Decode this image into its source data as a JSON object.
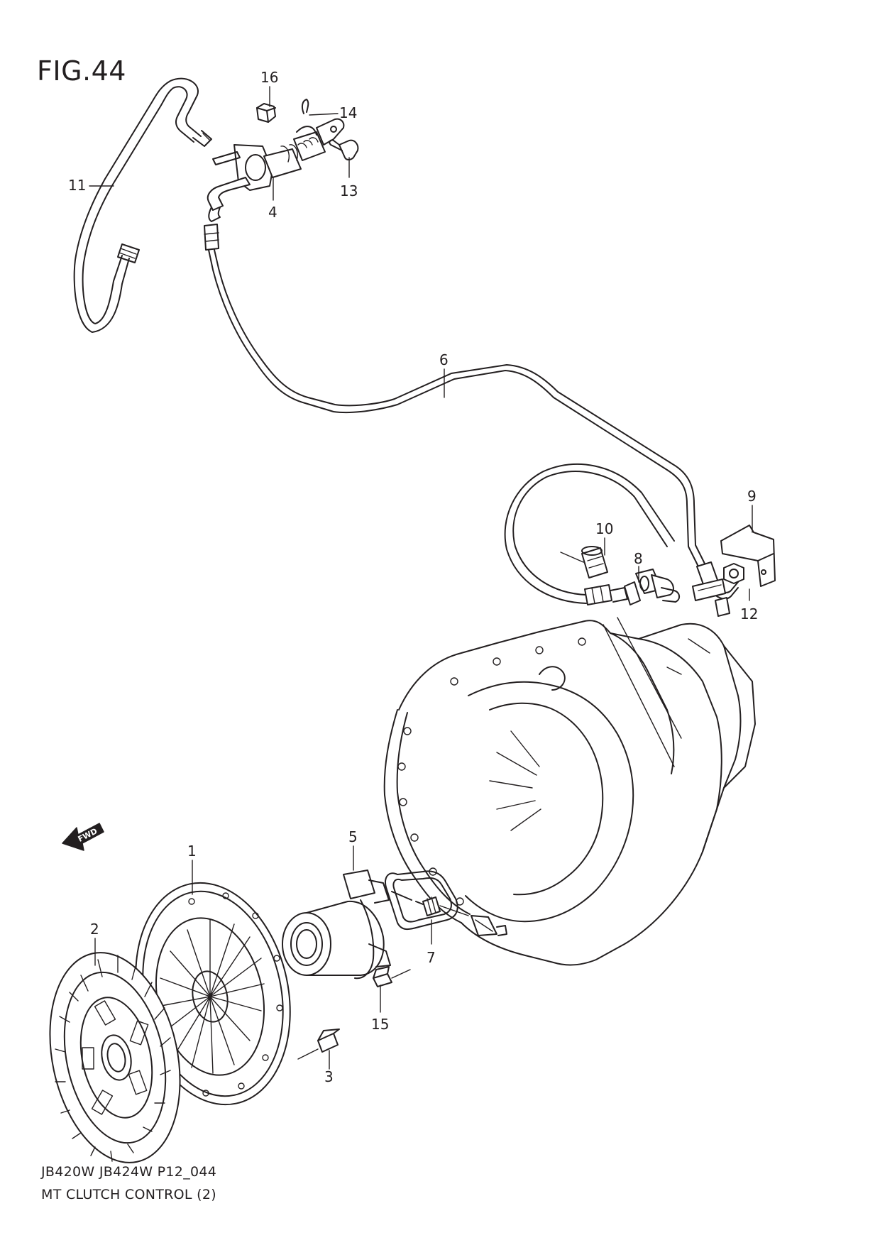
{
  "figure": {
    "title": "FIG.44",
    "code": "JB420W JB424W P12_044",
    "caption": "MT CLUTCH CONTROL (2)",
    "direction_marker": "FWD"
  },
  "callouts": [
    {
      "id": "1",
      "label": "1"
    },
    {
      "id": "2",
      "label": "2"
    },
    {
      "id": "3",
      "label": "3"
    },
    {
      "id": "4",
      "label": "4"
    },
    {
      "id": "5",
      "label": "5"
    },
    {
      "id": "6",
      "label": "6"
    },
    {
      "id": "7",
      "label": "7"
    },
    {
      "id": "8",
      "label": "8"
    },
    {
      "id": "9",
      "label": "9"
    },
    {
      "id": "10",
      "label": "10"
    },
    {
      "id": "11",
      "label": "11"
    },
    {
      "id": "12",
      "label": "12"
    },
    {
      "id": "13",
      "label": "13"
    },
    {
      "id": "14",
      "label": "14"
    },
    {
      "id": "15",
      "label": "15"
    },
    {
      "id": "16",
      "label": "16"
    }
  ],
  "colors": {
    "ink": "#231f20",
    "paper": "#ffffff"
  }
}
